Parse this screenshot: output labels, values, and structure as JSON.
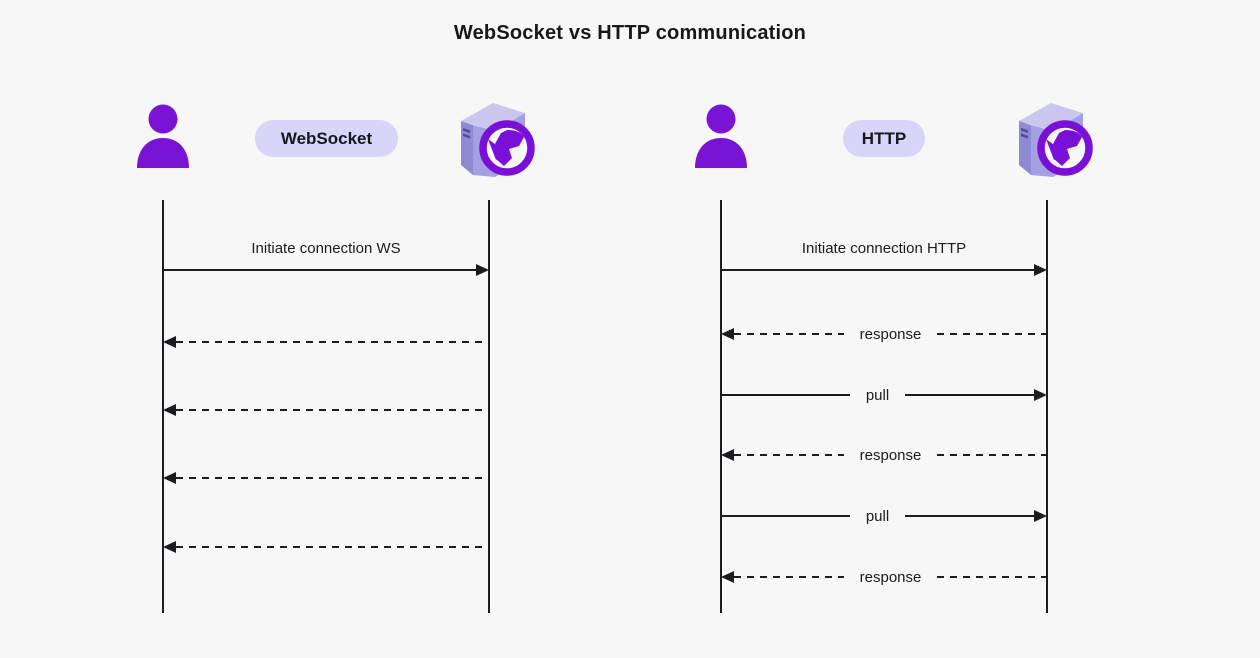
{
  "title": "WebSocket vs HTTP communication",
  "colors": {
    "background": "#f7f7f8",
    "line": "#1b1b20",
    "actor_purple": "#7913d6",
    "globe_purple": "#7a0fd8",
    "pill_background": "#d8d5f9",
    "box_top": "#c9c7ee",
    "box_front": "#a3a0e4",
    "box_spine": "#8d89d3"
  },
  "panels": [
    {
      "id": "websocket",
      "protocol_label": "WebSocket",
      "actors": [
        "user",
        "server"
      ],
      "messages": [
        {
          "label": "Initiate connection WS",
          "style": "solid",
          "direction": "right",
          "label_position": "above"
        },
        {
          "label": "",
          "style": "dashed",
          "direction": "left",
          "label_position": "none"
        },
        {
          "label": "",
          "style": "dashed",
          "direction": "left",
          "label_position": "none"
        },
        {
          "label": "",
          "style": "dashed",
          "direction": "left",
          "label_position": "none"
        },
        {
          "label": "",
          "style": "dashed",
          "direction": "left",
          "label_position": "none"
        }
      ]
    },
    {
      "id": "http",
      "protocol_label": "HTTP",
      "actors": [
        "user",
        "server"
      ],
      "messages": [
        {
          "label": "Initiate connection HTTP",
          "style": "solid",
          "direction": "right",
          "label_position": "above"
        },
        {
          "label": "response",
          "style": "dashed",
          "direction": "left",
          "label_position": "inline"
        },
        {
          "label": "pull",
          "style": "solid",
          "direction": "right",
          "label_position": "inline"
        },
        {
          "label": "response",
          "style": "dashed",
          "direction": "left",
          "label_position": "inline"
        },
        {
          "label": "pull",
          "style": "solid",
          "direction": "right",
          "label_position": "inline"
        },
        {
          "label": "response",
          "style": "dashed",
          "direction": "left",
          "label_position": "inline"
        }
      ]
    }
  ]
}
